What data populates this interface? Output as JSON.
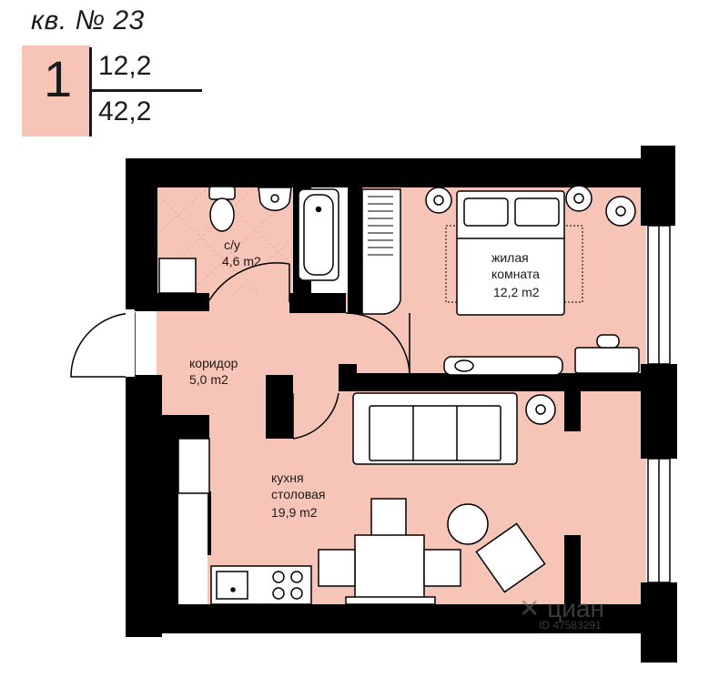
{
  "apartment": {
    "title": "кв. № 23",
    "rooms_count": "1",
    "living_area": "12,2",
    "total_area": "42,2"
  },
  "rooms": {
    "bathroom": {
      "name": "с/у",
      "area": "4,6 m2"
    },
    "living": {
      "name_line1": "жилая",
      "name_line2": "комната",
      "area": "12,2 m2"
    },
    "corridor": {
      "name": "коридор",
      "area": "5,0 m2"
    },
    "kitchen": {
      "name_line1": "кухня",
      "name_line2": "столовая",
      "area": "19,9 m2"
    }
  },
  "watermark": {
    "brand": "циан",
    "id": "ID 47583291"
  },
  "colors": {
    "floor": "#f7c5b7",
    "wall": "#000000",
    "furniture": "#ffffff"
  }
}
